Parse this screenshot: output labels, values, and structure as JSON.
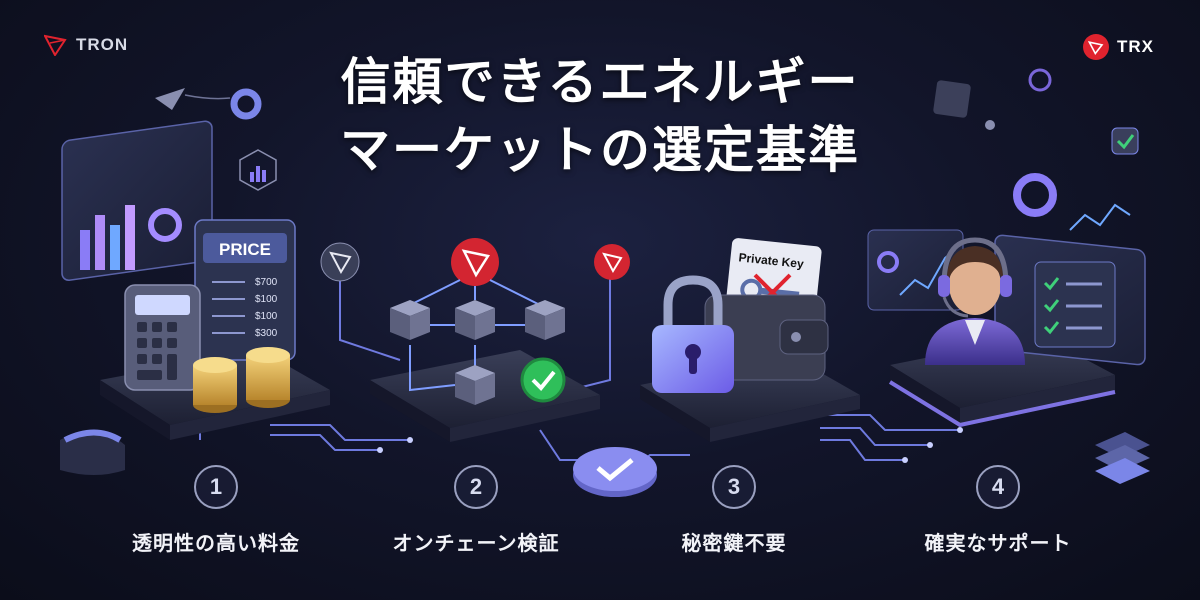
{
  "brand": {
    "left_text": "TRON",
    "right_text": "TRX"
  },
  "title": {
    "line1": "信頼できるエネルギー",
    "line2": "マーケットの選定基準"
  },
  "cards": {
    "price_label": "PRICE",
    "prices": [
      "$700",
      "$100",
      "$100",
      "$300"
    ],
    "private_key_label": "Private Key"
  },
  "steps": [
    {
      "number": "1",
      "label": "透明性の高い料金"
    },
    {
      "number": "2",
      "label": "オンチェーン検証"
    },
    {
      "number": "3",
      "label": "秘密鍵不要"
    },
    {
      "number": "4",
      "label": "確実なサポート"
    }
  ],
  "colors": {
    "tron_red": "#e0232e",
    "accent_purple": "#8b7cf6",
    "accent_blue": "#6fa8ff",
    "check_green": "#2fbf5a"
  },
  "icons": [
    "tron-logo-icon",
    "trx-coin-icon",
    "calculator-icon",
    "coins-icon",
    "blockchain-icon",
    "padlock-icon",
    "wallet-icon",
    "key-icon",
    "headset-agent-icon",
    "checklist-icon"
  ]
}
